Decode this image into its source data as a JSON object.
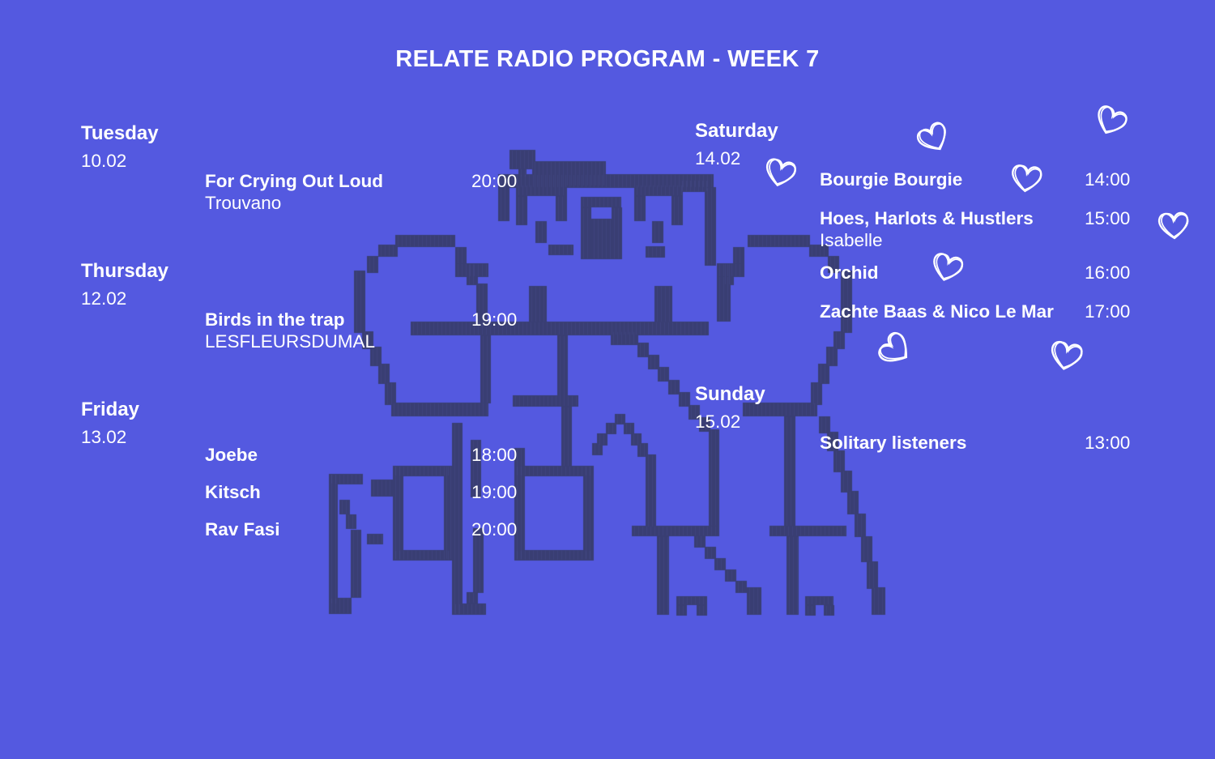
{
  "title": "RELATE RADIO PROGRAM - WEEK 7",
  "colors": {
    "background": "#5459e0",
    "pixel_art": "#393e73",
    "pixel_art_stripe": "#4b5190",
    "text": "#ffffff",
    "heart_doodle": "#ffffff"
  },
  "days": {
    "tuesday": {
      "name": "Tuesday",
      "date": "10.02"
    },
    "thursday": {
      "name": "Thursday",
      "date": "12.02"
    },
    "friday": {
      "name": "Friday",
      "date": "13.02"
    },
    "saturday": {
      "name": "Saturday",
      "date": "14.02"
    },
    "sunday": {
      "name": "Sunday",
      "date": "15.02"
    }
  },
  "shows": {
    "for_crying_out_loud": {
      "title": "For Crying Out Loud",
      "artist": "Trouvano",
      "time": "20:00"
    },
    "birds_in_the_trap": {
      "title": "Birds in the trap",
      "artist": "LESFLEURSDUMAL",
      "time": "19:00"
    },
    "joebe": {
      "title": "Joebe",
      "time": "18:00"
    },
    "kitsch": {
      "title": "Kitsch",
      "time": "19:00"
    },
    "rav_fasi": {
      "title": "Rav Fasi",
      "time": "20:00"
    },
    "bourgie_bourgie": {
      "title": "Bourgie Bourgie",
      "time": "14:00"
    },
    "hoes_harlots_hustlers": {
      "title": "Hoes, Harlots & Hustlers",
      "artist": "Isabelle",
      "time": "15:00"
    },
    "orchid": {
      "title": "Orchid",
      "time": "16:00"
    },
    "zachte_baas_nico_le_mar": {
      "title": "Zachte Baas & Nico Le Mar",
      "time": "17:00"
    },
    "solitary_listeners": {
      "title": "Solitary listeners",
      "time": "13:00"
    }
  }
}
